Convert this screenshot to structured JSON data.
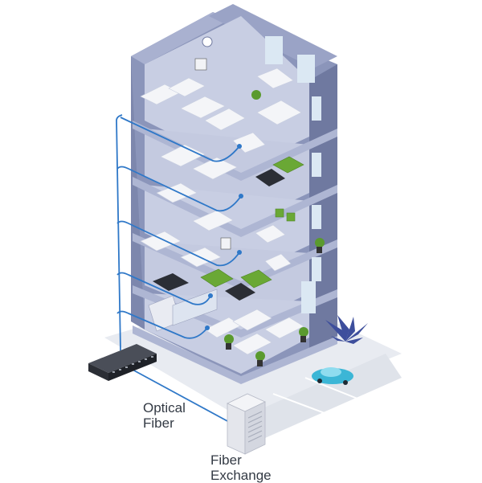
{
  "labels": {
    "optical_line1": "Optical",
    "optical_line2": "Fiber",
    "exchange_line1": "Fiber",
    "exchange_line2": "Exchange"
  },
  "colors": {
    "fiber": "#2f78c8",
    "building_face": "#8e98bc",
    "building_side": "#7a84aa",
    "floor_slab": "#b9c1dc",
    "interior": "#cfd5e8",
    "ground": "#e7eaf0",
    "furniture": "#f4f5f8",
    "sofa": "#6aa835",
    "car": "#3cb6d6",
    "device": "#2b2e35"
  },
  "icons": [
    "switch-icon",
    "fiber-exchange-cabinet-icon",
    "car-icon",
    "plant-icon",
    "sofa-icon",
    "desk-icon"
  ]
}
